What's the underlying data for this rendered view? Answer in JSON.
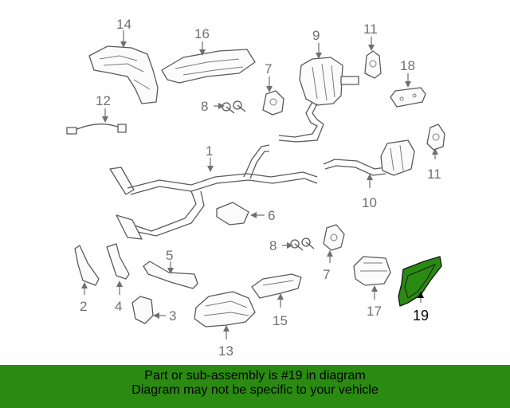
{
  "callouts": {
    "c1": "1",
    "c2": "2",
    "c3": "3",
    "c4": "4",
    "c5": "5",
    "c6": "6",
    "c7a": "7",
    "c7b": "7",
    "c8a": "8",
    "c8b": "8",
    "c9": "9",
    "c10": "10",
    "c11a": "11",
    "c11b": "11",
    "c12": "12",
    "c13": "13",
    "c14": "14",
    "c15": "15",
    "c16": "16",
    "c17": "17",
    "c18": "18",
    "c19": "19"
  },
  "highlight": {
    "part": "19",
    "color": "#2a8a12"
  },
  "footer": {
    "line1": "Part or sub-assembly is #19 in diagram",
    "line2": "Diagram may not be specific to your vehicle",
    "background": "#2a8a12"
  }
}
